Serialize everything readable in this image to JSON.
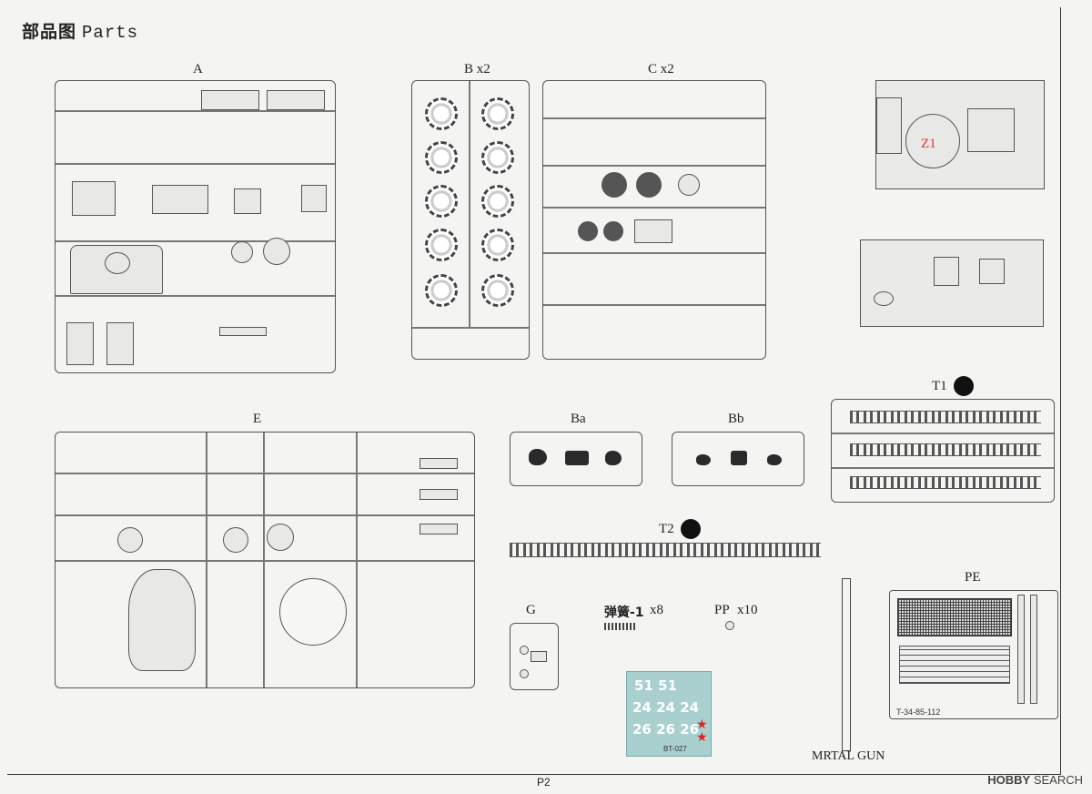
{
  "heading": {
    "cn": "部品图",
    "en": "Parts"
  },
  "sprues": {
    "A": "A",
    "B": "B x2",
    "C": "C x2",
    "E": "E",
    "Ba": "Ba",
    "Bb": "Bb",
    "T1": "T1",
    "T2": "T2",
    "G": "G",
    "PE": "PE"
  },
  "extras": {
    "spring": "弹簧-1",
    "spring_qty": "x8",
    "pp": "PP",
    "pp_qty": "x10",
    "metal_gun": "MRTAL GUN",
    "pe_code": "T-34-85-112",
    "z1": "Z1"
  },
  "decal": {
    "row1": "51 51",
    "row2": "24 24 24",
    "row3": "26 26 26",
    "code": "BT-027"
  },
  "footer": {
    "page": "P2"
  },
  "watermark": {
    "brand": "HOBBY",
    "rest": "SEARCH"
  }
}
